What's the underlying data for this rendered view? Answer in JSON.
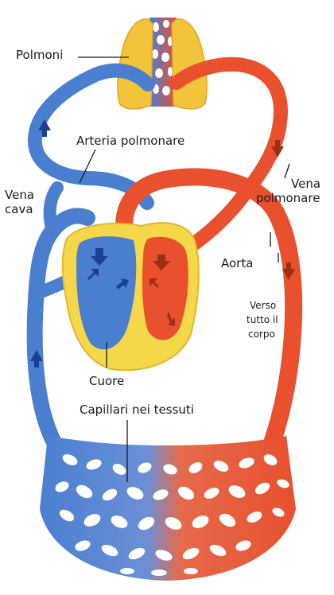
{
  "labels": {
    "lungs": "Polmoni",
    "pulmonary_artery": "Arteria polmonare",
    "vena_cava_line1": "Vena",
    "vena_cava_line2": "cava",
    "pulmonary_vein_line1": "Vena",
    "pulmonary_vein_line2": "polmonare",
    "aorta": "Aorta",
    "body_line1": "Verso",
    "body_line2": "tutto il",
    "body_line3": "corpo",
    "heart": "Cuore",
    "capillaries": "Capillari nei tessuti"
  },
  "colors": {
    "oxygen_poor_blue": "#4a7fd0",
    "oxygen_rich_red": "#e8502e",
    "lungs_yellow": "#f3c33c",
    "heart_wall_yellow": "#f5d84a",
    "arrow_dark_blue": "#1c3f8f",
    "arrow_dark_red": "#9a2f14"
  }
}
